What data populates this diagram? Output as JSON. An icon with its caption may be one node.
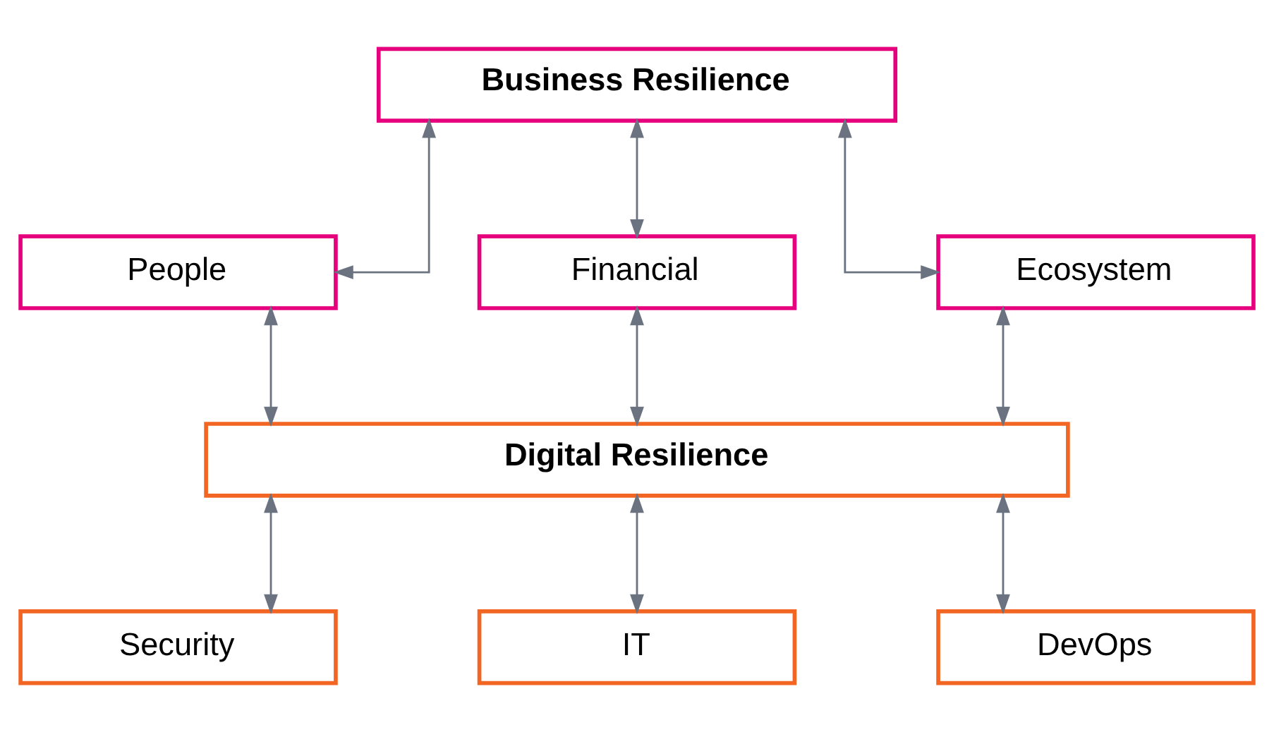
{
  "diagram": {
    "nodes": [
      {
        "text": [
          "Business Resilience"
        ]
      },
      {
        "text": [
          "People"
        ]
      },
      {
        "text": [
          "Financial"
        ]
      },
      {
        "text": [
          "Ecosystem"
        ]
      },
      {
        "text": [
          "Digital Resilience"
        ]
      },
      {
        "text": [
          "Security"
        ]
      },
      {
        "text": [
          "IT"
        ]
      },
      {
        "text": [
          "DevOps"
        ]
      }
    ],
    "edges": [
      {
        "from": 0,
        "to": 1,
        "arrow": "both"
      },
      {
        "from": 0,
        "to": 2,
        "arrow": "both"
      },
      {
        "from": 0,
        "to": 3,
        "arrow": "both"
      },
      {
        "from": 1,
        "to": 4,
        "arrow": "both"
      },
      {
        "from": 2,
        "to": 4,
        "arrow": "both"
      },
      {
        "from": 3,
        "to": 4,
        "arrow": "both"
      },
      {
        "from": 4,
        "to": 5,
        "arrow": "both"
      },
      {
        "from": 4,
        "to": 6,
        "arrow": "both"
      },
      {
        "from": 4,
        "to": 7,
        "arrow": "both"
      }
    ]
  }
}
